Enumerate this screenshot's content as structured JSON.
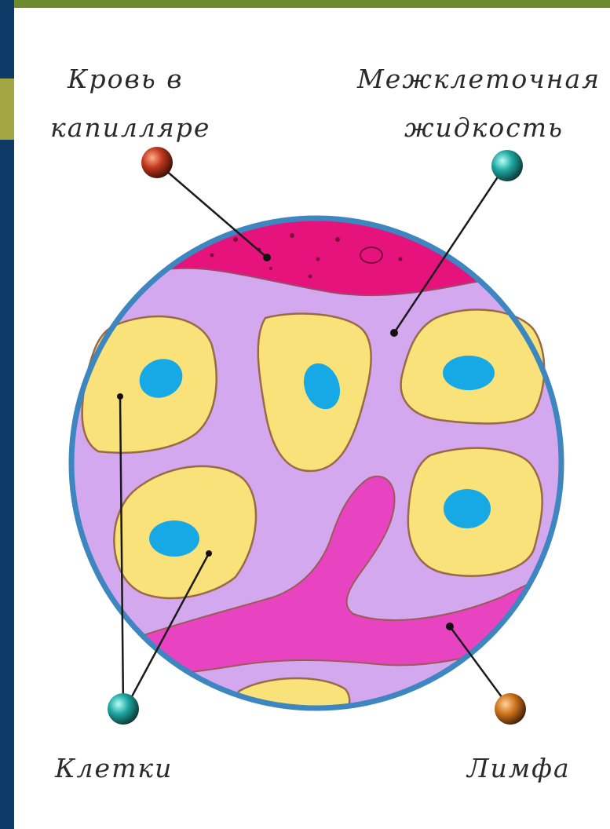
{
  "labels": {
    "blood_line1": "Кровь в",
    "blood_line2": "капилляре",
    "interstitial_line1": "Межклеточная",
    "interstitial_line2": "жидкость",
    "cells": "Клетки",
    "lymph": "Лимфа"
  },
  "colors": {
    "frame_green": "#6e8a2e",
    "frame_olive": "#a3a643",
    "frame_navy": "#0e3a68",
    "circle_border": "#3d86c0",
    "interstitial_fluid": "#d4a8ef",
    "blood": "#e6137c",
    "lymph": "#e844c2",
    "cell_body": "#f9e27a",
    "cell_outline": "#9a6a45",
    "nucleus": "#17a8e6",
    "pin_red": "#b5331f",
    "pin_teal": "#1d9c9a",
    "pin_orange": "#c46a1c"
  }
}
